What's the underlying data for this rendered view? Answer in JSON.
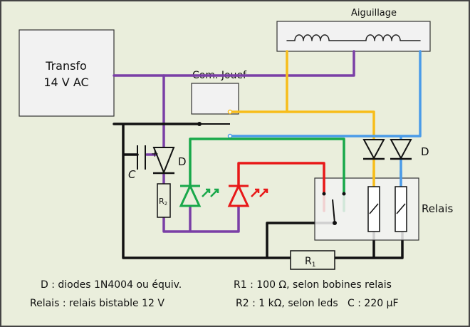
{
  "labels": {
    "aiguillage": "Aiguillage",
    "transfo_line1": "Transfo",
    "transfo_line2": "14 V AC",
    "com_jouef": "Com. Jouef",
    "diode": "D",
    "diode_pair": "D",
    "capacitor": "C",
    "cap_minus": "-",
    "cap_plus": "+",
    "r2": "R",
    "r2_sub": "2",
    "r1": "R",
    "r1_sub": "1",
    "relais": "Relais"
  },
  "notes": {
    "line1_left": "D : diodes 1N4004 ou équiv.",
    "line1_right": "R1 : 100 Ω, selon bobines relais",
    "line2_left": "Relais : relais bistable 12 V",
    "line2_right": "R2 : 1 kΩ, selon leds   C : 220 µF"
  },
  "colors": {
    "background": "#eaeedc",
    "purple": "#7a3fa6",
    "yellow": "#f7bd1a",
    "blue": "#4a9be8",
    "green": "#18a84a",
    "red": "#e81818",
    "black": "#111111"
  }
}
